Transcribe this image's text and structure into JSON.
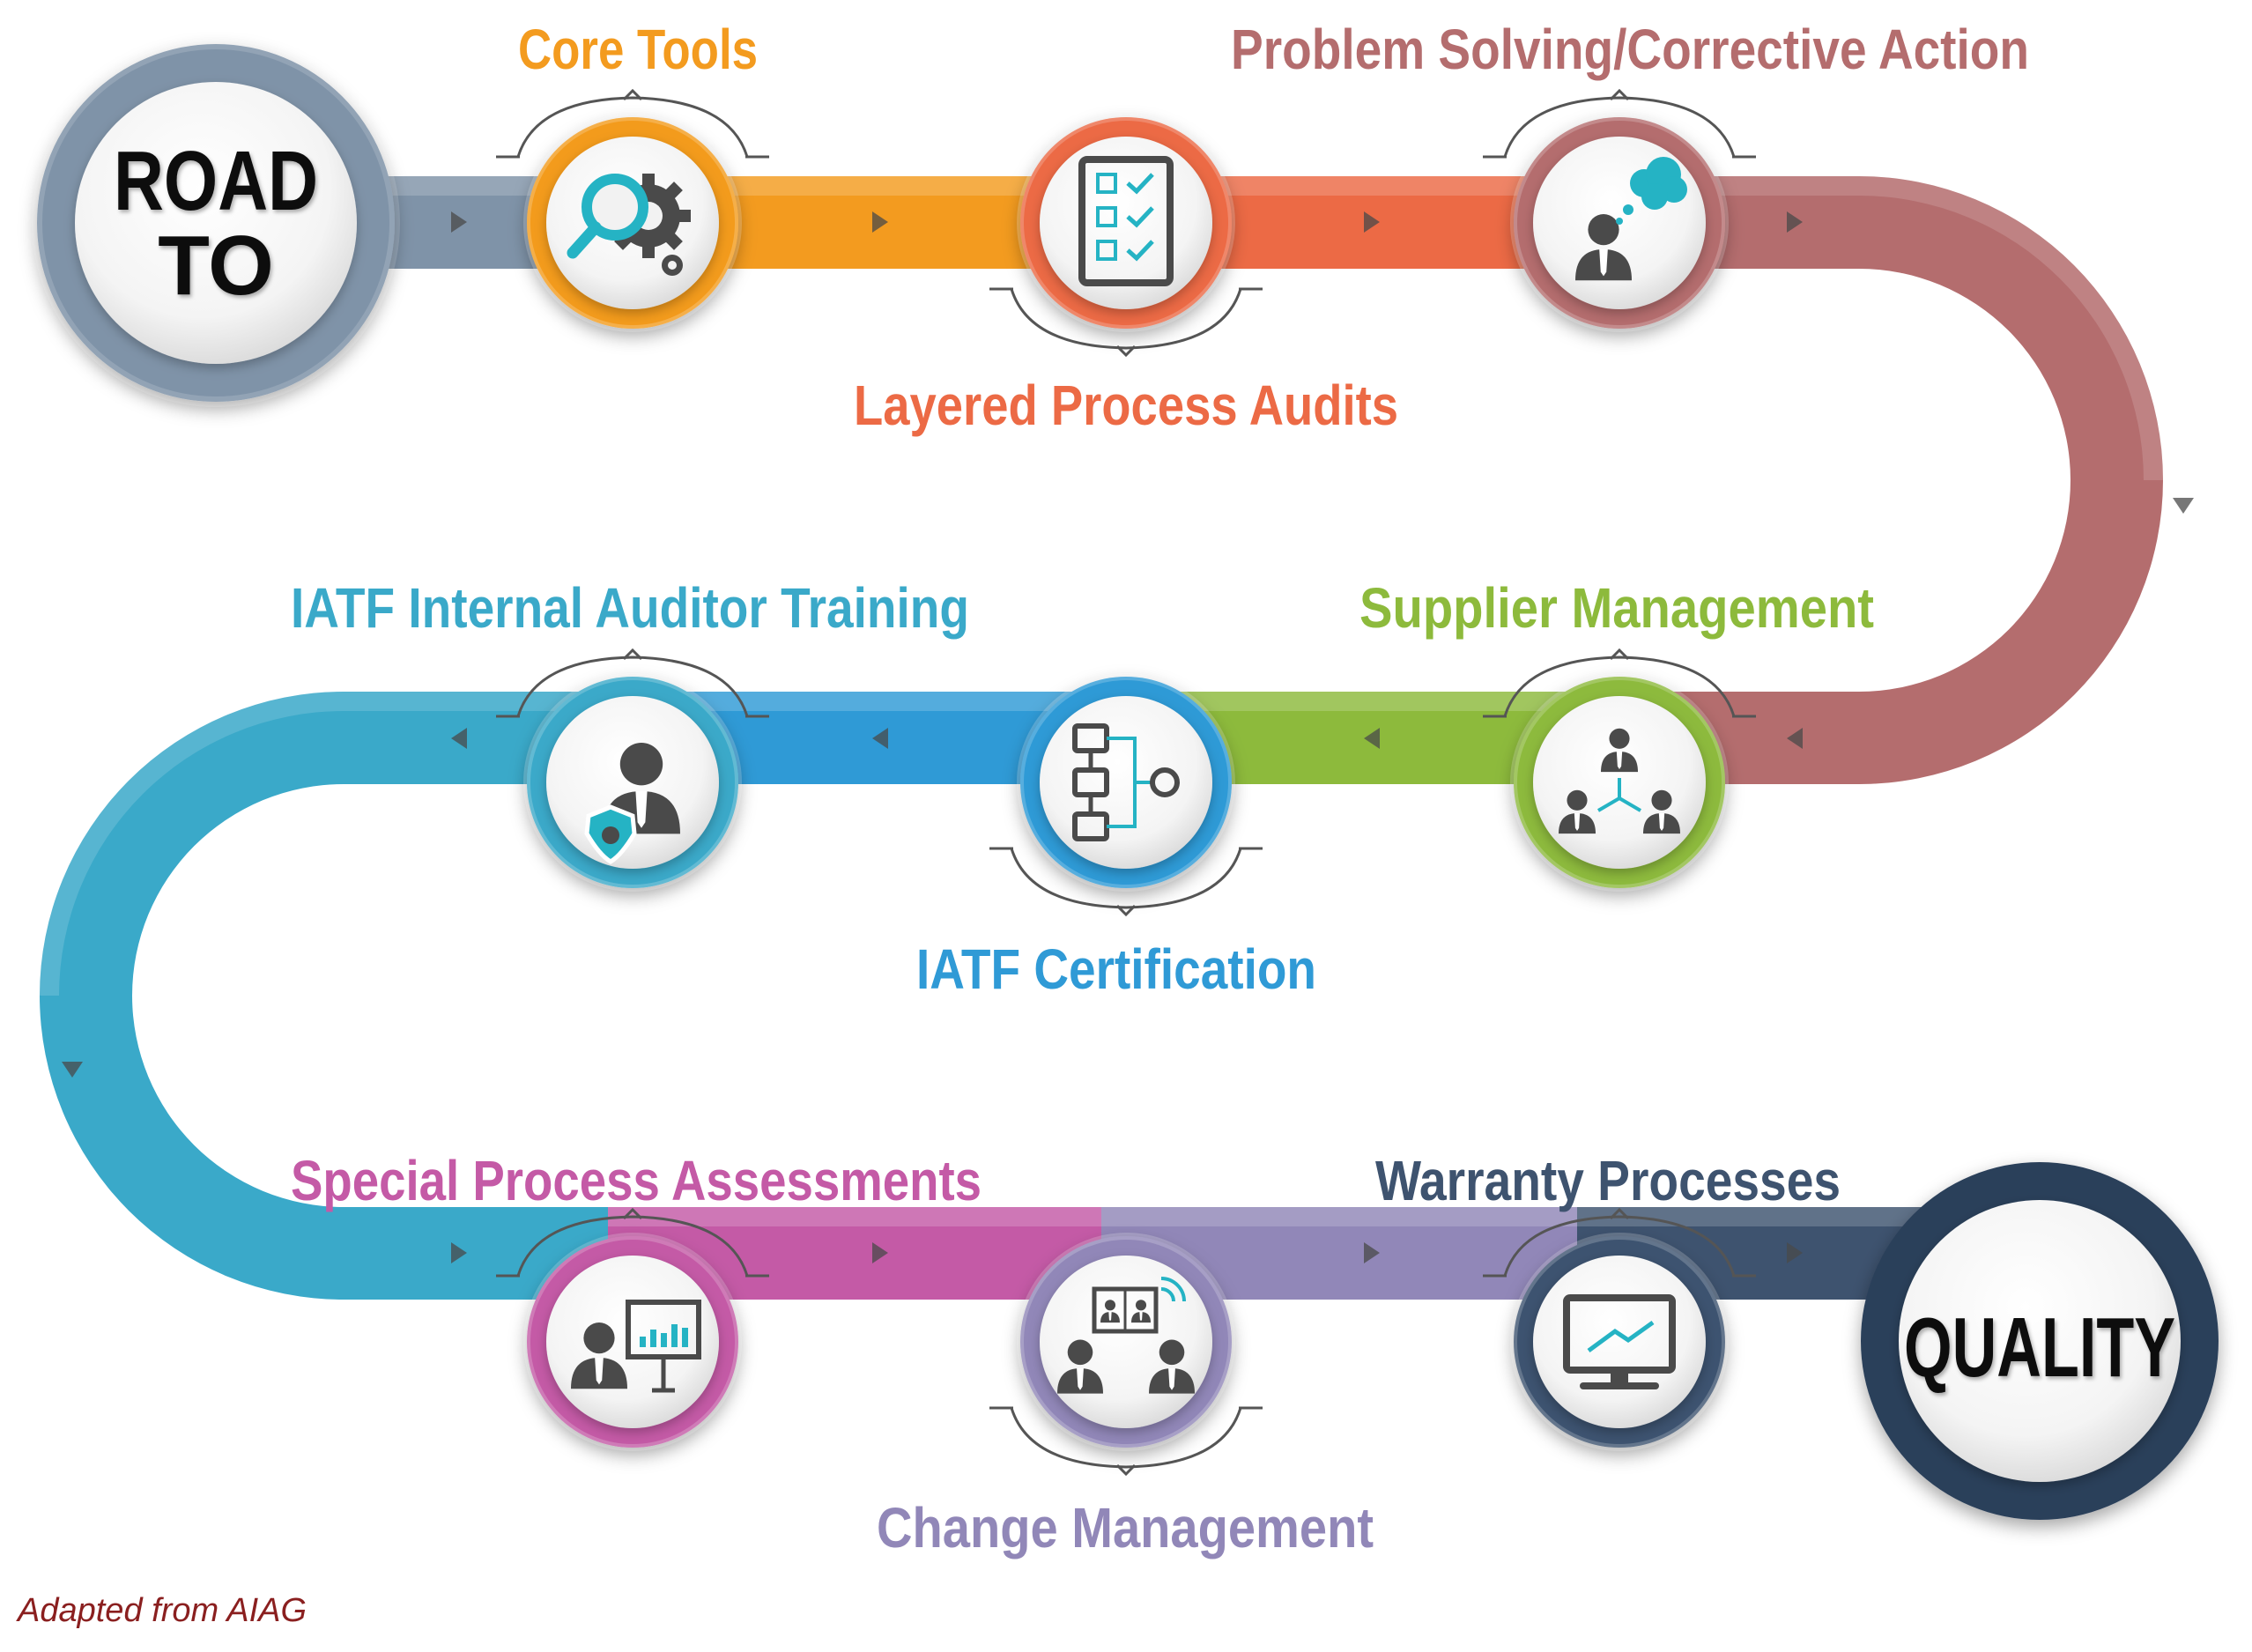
{
  "start": {
    "line1": "ROAD",
    "line2": "TO"
  },
  "end": {
    "label": "QUALITY"
  },
  "footer": {
    "credit": "Adapted from AIAG"
  },
  "colors": {
    "start_ring": "#7f93a8",
    "end_ring": "#2b3f5a",
    "road_arrow": "#4a4a4a"
  },
  "steps": [
    {
      "label": "Core Tools",
      "color": "#f39b1f",
      "icon": "gear-search-icon"
    },
    {
      "label": "Layered Process Audits",
      "color": "#ec6a45",
      "icon": "checklist-icon"
    },
    {
      "label": "Problem Solving/Corrective Action",
      "color": "#b46d6e",
      "icon": "thinking-person-icon"
    },
    {
      "label": "Supplier Management",
      "color": "#8dba3c",
      "icon": "team-network-icon"
    },
    {
      "label": "IATF Certification",
      "color": "#2f9ad6",
      "icon": "flowchart-icon"
    },
    {
      "label": "IATF Internal Auditor Training",
      "color": "#3aa9c9",
      "icon": "auditor-shield-icon"
    },
    {
      "label": "Special Process Assessments",
      "color": "#c45aa6",
      "icon": "presentation-icon"
    },
    {
      "label": "Change Management",
      "color": "#9187b8",
      "icon": "video-conference-icon"
    },
    {
      "label": "Warranty Processes",
      "color": "#3e536f",
      "icon": "monitor-chart-icon"
    }
  ]
}
